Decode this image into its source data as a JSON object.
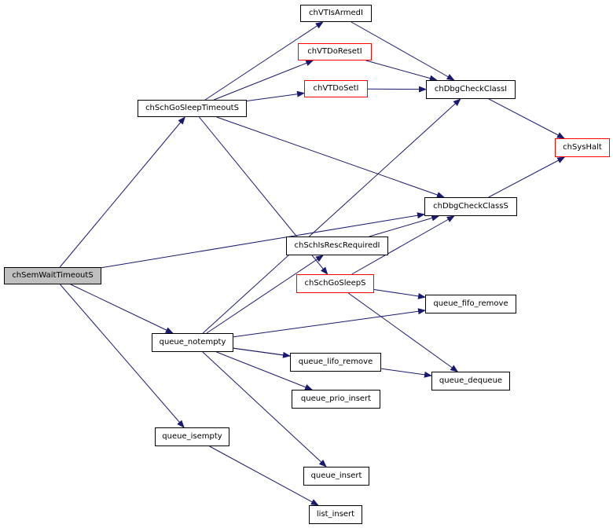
{
  "colors": {
    "edge": "#191970",
    "border": "#000000",
    "border_highlight": "#ff0000",
    "current_fill": "#bfbfbf",
    "background": "#ffffff"
  },
  "nodes": {
    "chSemWaitTimeoutS": "chSemWaitTimeoutS",
    "chSchGoSleepTimeoutS": "chSchGoSleepTimeoutS",
    "chVTIsArmedI": "chVTIsArmedI",
    "chVTDoResetI": "chVTDoResetI",
    "chVTDoSetI": "chVTDoSetI",
    "chDbgCheckClassI": "chDbgCheckClassI",
    "chSysHalt": "chSysHalt",
    "chDbgCheckClassS": "chDbgCheckClassS",
    "chSchIsRescRequiredI": "chSchIsRescRequiredI",
    "chSchGoSleepS": "chSchGoSleepS",
    "queue_fifo_remove": "queue_fifo_remove",
    "queue_notempty": "queue_notempty",
    "queue_lifo_remove": "queue_lifo_remove",
    "queue_prio_insert": "queue_prio_insert",
    "queue_dequeue": "queue_dequeue",
    "queue_isempty": "queue_isempty",
    "queue_insert": "queue_insert",
    "list_insert": "list_insert"
  },
  "edges": [
    [
      "chSemWaitTimeoutS",
      "chSchGoSleepTimeoutS"
    ],
    [
      "chSemWaitTimeoutS",
      "chDbgCheckClassS"
    ],
    [
      "chSemWaitTimeoutS",
      "queue_notempty"
    ],
    [
      "chSemWaitTimeoutS",
      "queue_isempty"
    ],
    [
      "chSchGoSleepTimeoutS",
      "chVTIsArmedI"
    ],
    [
      "chSchGoSleepTimeoutS",
      "chVTDoResetI"
    ],
    [
      "chSchGoSleepTimeoutS",
      "chVTDoSetI"
    ],
    [
      "chSchGoSleepTimeoutS",
      "chDbgCheckClassS"
    ],
    [
      "chSchGoSleepTimeoutS",
      "chSchGoSleepS"
    ],
    [
      "chVTIsArmedI",
      "chDbgCheckClassI"
    ],
    [
      "chVTDoResetI",
      "chDbgCheckClassI"
    ],
    [
      "chVTDoSetI",
      "chDbgCheckClassI"
    ],
    [
      "chDbgCheckClassI",
      "chSysHalt"
    ],
    [
      "chDbgCheckClassS",
      "chSysHalt"
    ],
    [
      "chSchIsRescRequiredI",
      "chDbgCheckClassS"
    ],
    [
      "chSchGoSleepS",
      "chDbgCheckClassS"
    ],
    [
      "chSchGoSleepS",
      "queue_fifo_remove"
    ],
    [
      "chSchGoSleepS",
      "queue_dequeue"
    ],
    [
      "queue_notempty",
      "chDbgCheckClassI"
    ],
    [
      "queue_notempty",
      "chSchIsRescRequiredI"
    ],
    [
      "queue_notempty",
      "queue_fifo_remove"
    ],
    [
      "queue_notempty",
      "queue_lifo_remove"
    ],
    [
      "queue_notempty",
      "queue_prio_insert"
    ],
    [
      "queue_notempty",
      "queue_dequeue"
    ],
    [
      "queue_notempty",
      "queue_insert"
    ],
    [
      "queue_isempty",
      "list_insert"
    ]
  ]
}
